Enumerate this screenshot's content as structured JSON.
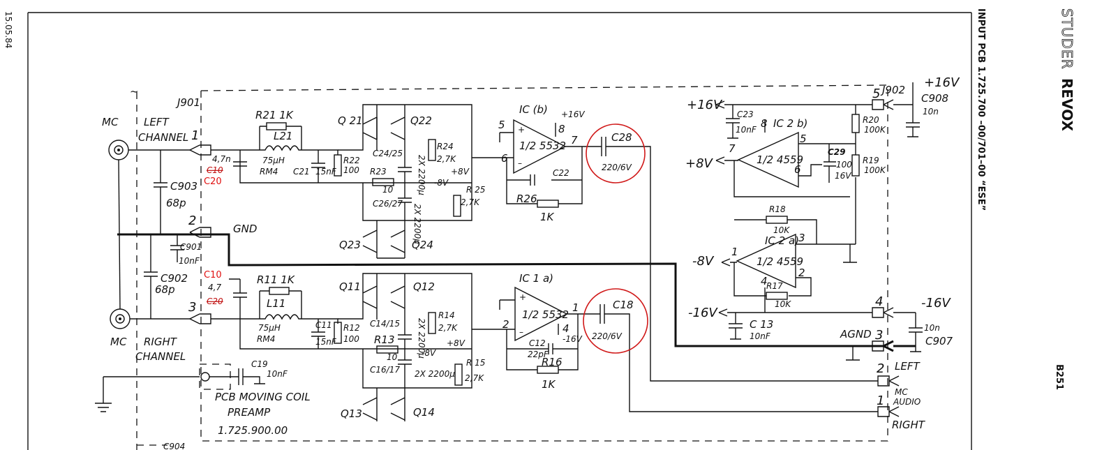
{
  "side_margin": {
    "date": "15.05.84"
  },
  "right_margin": {
    "brand_studer": "STUDER",
    "brand_revox": "REVOX",
    "board_title": "INPUT PCB  1.725.700 –00/701–00   “ESE”",
    "page_code": "B251"
  },
  "connectors": {
    "j901": "J901",
    "j902": "J902",
    "pin1": "1",
    "pin2": "2",
    "pin3": "3",
    "out_pin5": "5",
    "out_pin4": "4",
    "out_pin3": "3",
    "out_pin2": "2",
    "out_pin1": "1"
  },
  "inputs": {
    "mc_left_1": "MC",
    "mc_left_2": "LEFT",
    "mc_left_3": "CHANNEL",
    "mc_right_1": "MC",
    "mc_right_2": "RIGHT",
    "mc_right_3": "CHANNEL",
    "gnd": "GND",
    "tilde": "~"
  },
  "components": {
    "c903": "C903",
    "c903_val": "68p",
    "c902": "C902",
    "c902_val": "68p",
    "c901": "C901",
    "c901_val": "10nF",
    "c904": "C904",
    "c10_val": "4,7n",
    "c10_strike": "C10",
    "c20_fix": "C20",
    "c20_val": "4,7",
    "c20_strike": "C20",
    "c10_fix": "C10",
    "r21": "R21 1K",
    "l21": "L21",
    "l21_val": "75µH",
    "l21_rm": "RM4",
    "r11": "R11 1K",
    "l11": "L11",
    "l11_val": "75µH",
    "l11_rm": "RM4",
    "c21": "C21",
    "c21_val": "15nF",
    "c11": "C11",
    "c11_val": "15nF",
    "r22": "R22",
    "r22_val": "100",
    "r12": "R12",
    "r12_val": "100",
    "q21": "Q 21",
    "q22": "Q22",
    "q23": "Q23",
    "q24": "Q24",
    "q11": "Q11",
    "q12": "Q12",
    "q13": "Q13",
    "q14": "Q14",
    "c24_25": "C24/25",
    "c26_27": "C26/27",
    "c14_15": "C14/15",
    "c16_17": "C16/17",
    "r23": "R23",
    "r23_val": "10",
    "r13": "R13",
    "r13_val": "10",
    "cap_2x2200_a": "2X 2200µ",
    "cap_2x2200_b": "2X 2200µ",
    "cap_2x2200_c": "2X 2200µ",
    "cap_2x2200_d": "2X 2200µ",
    "r24": "R24",
    "r24_val": "2,7K",
    "r14": "R14",
    "r14_val": "2,7K",
    "r25": "R 25",
    "r25_val": "2,7K",
    "r15": "R 15",
    "r15_val": "2,7K",
    "v8p": "+8V",
    "v8n": "-8V",
    "ic1b": "IC (b)",
    "ic1b_part": "1/2 5532",
    "ic1b_v": "+16V",
    "ic1a": "IC 1 a)",
    "ic1a_part": "1/2 5532",
    "ic1a_v": "-16V",
    "c22": "C22",
    "c12": "C12",
    "c12_val": "22pF",
    "r26": "R26",
    "r26_val": "1K",
    "r16": "R16",
    "r16_val": "1K",
    "c28": "C28",
    "c28_val": "220/6V",
    "c18": "C18",
    "c18_val": "220/6V",
    "c19": "C19",
    "c19_val": "10nF",
    "pcb_1": "PCB MOVING COIL",
    "pcb_2": "PREAMP",
    "pcb_3": "1.725.900.00",
    "pin5": "5",
    "pin6": "6",
    "pin7": "7",
    "pin8": "8",
    "pin1": "1",
    "pin2": "2",
    "pin4": "4"
  },
  "power": {
    "p16_left": "+16V",
    "p8": "+8V",
    "n8": "-8V",
    "n16": "-16V",
    "c23": "C23",
    "c23_val": "10nF",
    "c13": "C 13",
    "c13_val": "10nF",
    "ic2b": "IC 2 b)",
    "ic2b_part": "1/2 4559",
    "ic2a": "IC 2 a)",
    "ic2a_part": "1/2 4559",
    "c29": "C29",
    "c29_val": "100",
    "c29_v": "16V",
    "r20": "R20",
    "r20_val": "100K",
    "r19": "R19",
    "r19_val": "100K",
    "r18": "R18",
    "r18_val": "10K",
    "r17": "R17",
    "r17_val": "10K",
    "p16_right": "+16V",
    "c908": "C908",
    "c908_val": "10n",
    "n16_right": "-16V",
    "c907": "C907",
    "c907_val": "10n",
    "agnd": "AGND",
    "left_out": "LEFT",
    "mc_audio_1": "MC",
    "mc_audio_2": "AUDIO",
    "right_out": "RIGHT"
  }
}
